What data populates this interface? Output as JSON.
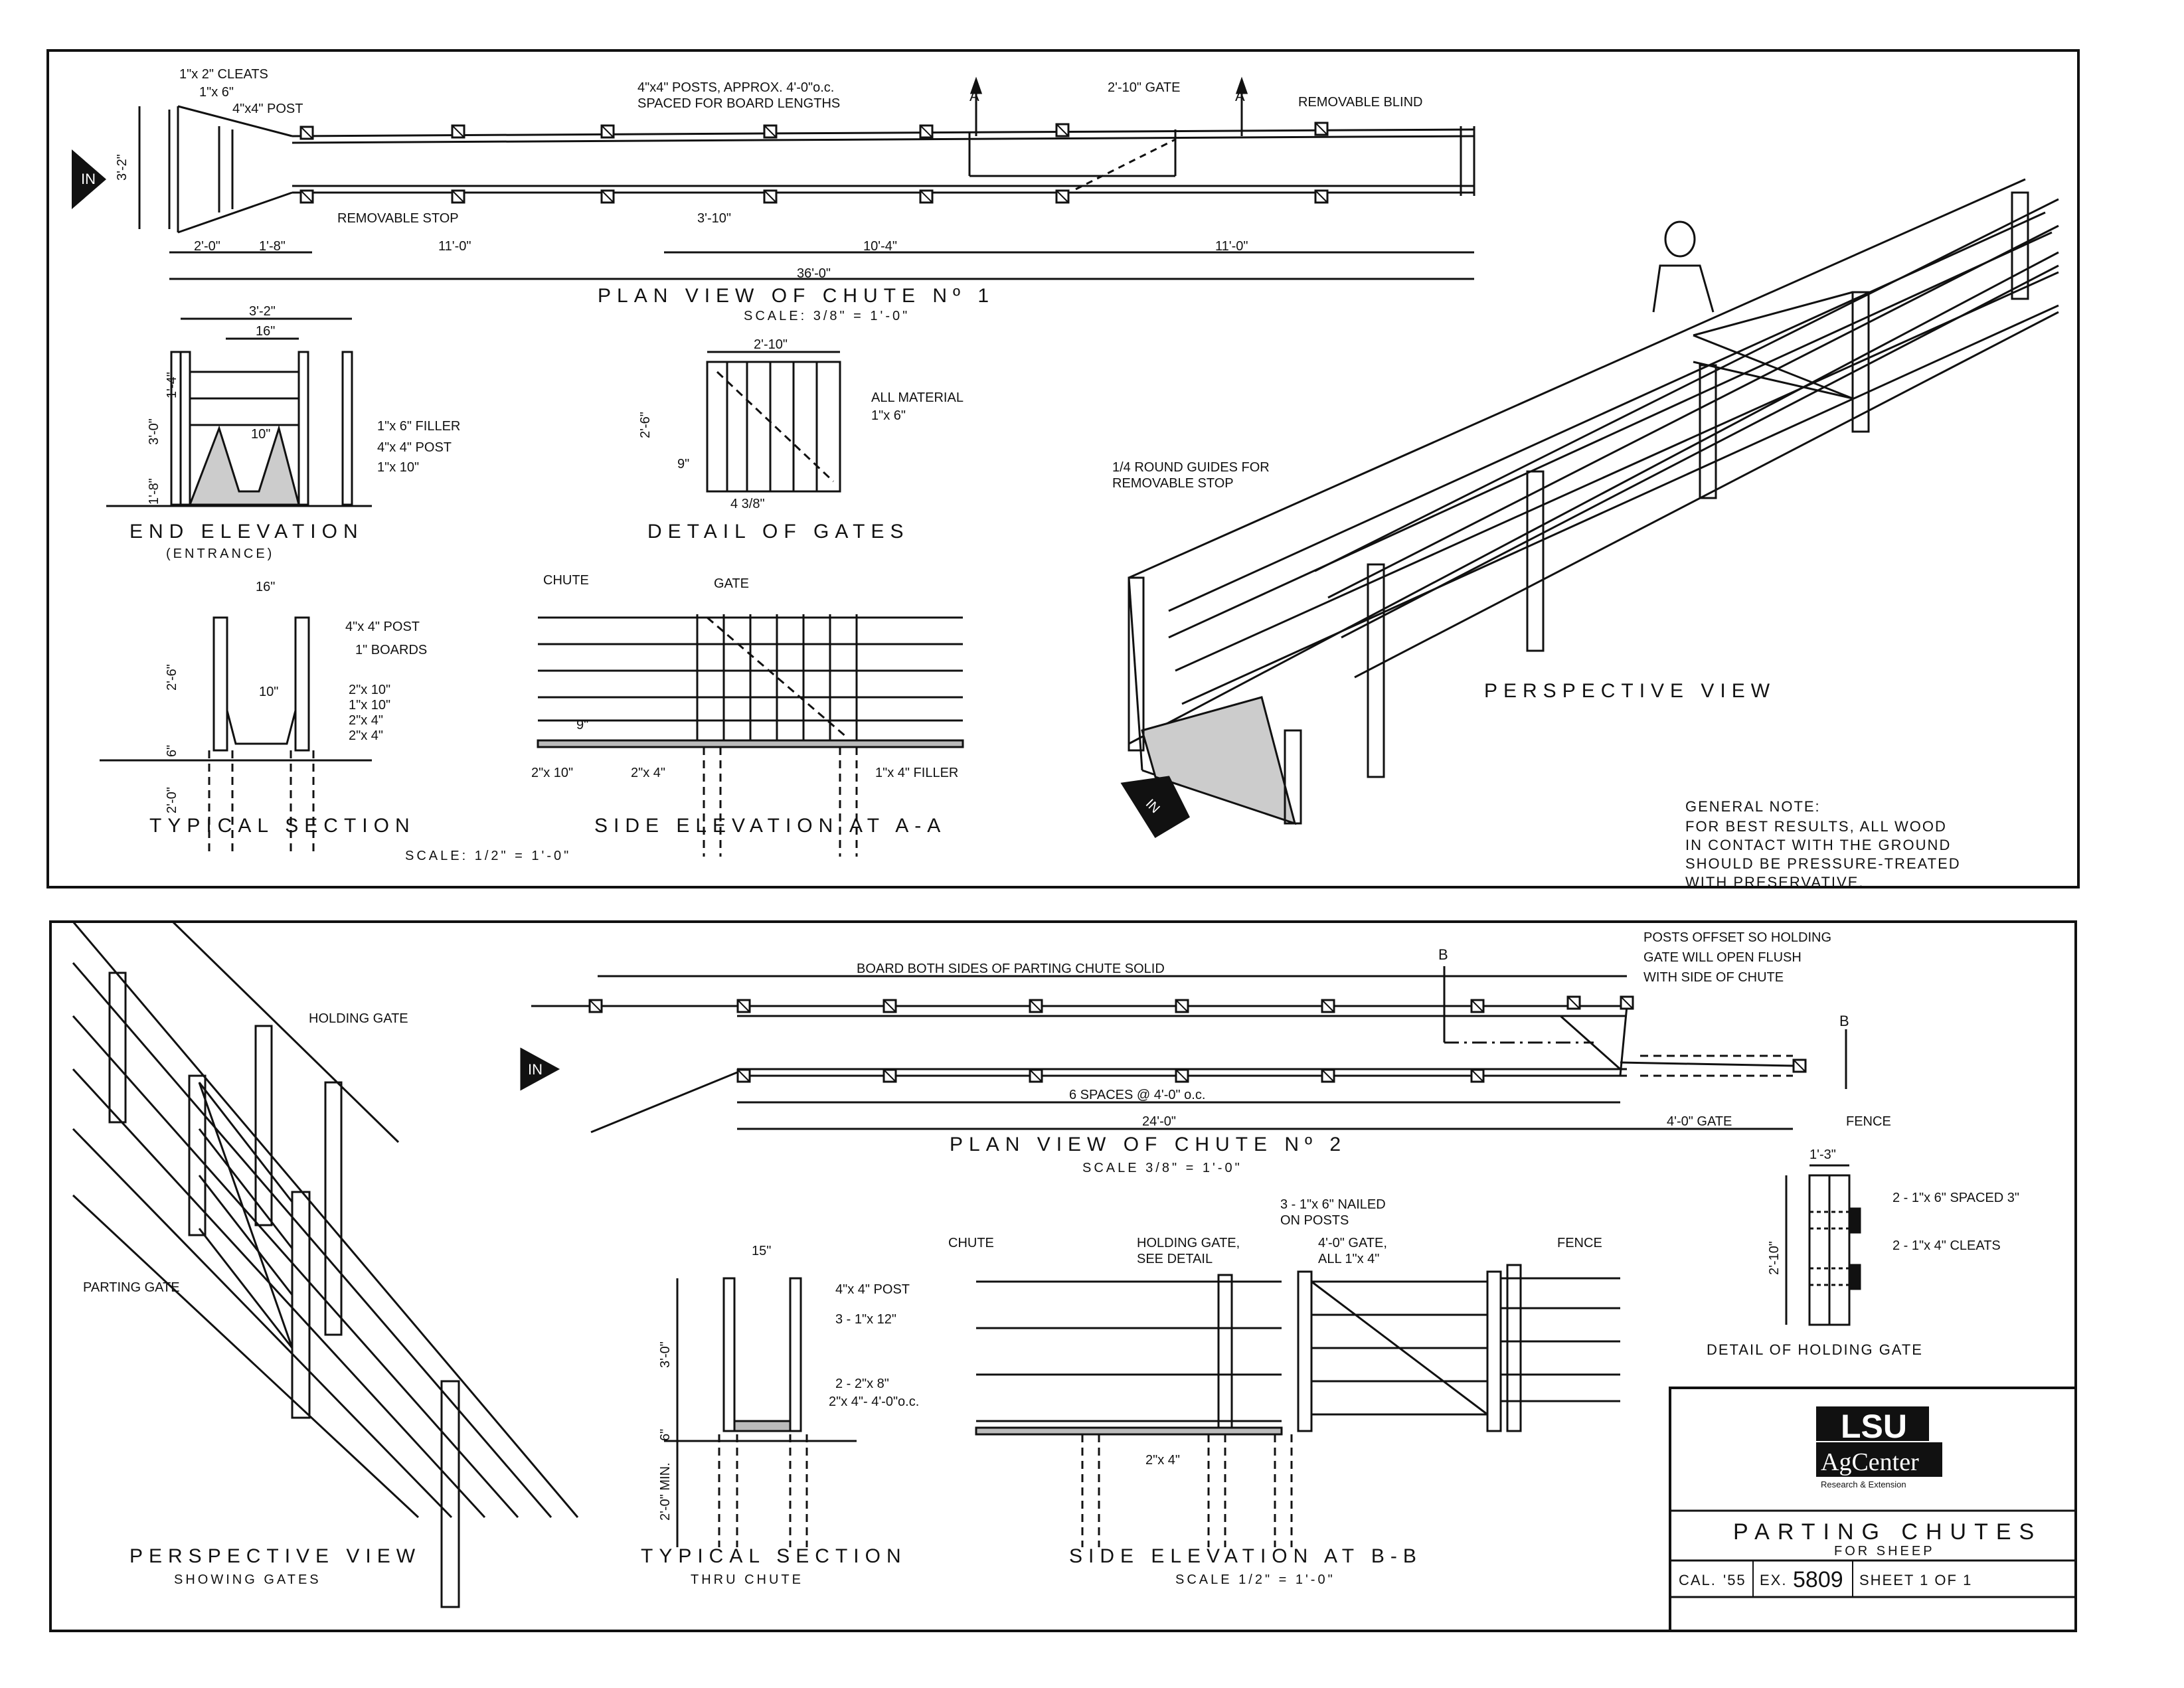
{
  "panel1": {
    "plan": {
      "title": "PLAN VIEW OF CHUTE Nº 1",
      "scale": "SCALE: 3/8\" = 1'-0\"",
      "in_marker": "IN",
      "labels": {
        "cleats": "1\"x 2\" CLEATS",
        "board": "1\"x 6\"",
        "post": "4\"x4\" POST",
        "posts_note_1": "4\"x4\" POSTS, APPROX. 4'-0\"o.c.",
        "posts_note_2": "SPACED FOR BOARD LENGTHS",
        "gate": "2'-10\" GATE",
        "section_a1": "A",
        "section_a2": "A",
        "removable_blind": "REMOVABLE BLIND",
        "removable_stop": "REMOVABLE STOP"
      },
      "dims": [
        "3'-2\"",
        "2'-0\"",
        "1'-8\"",
        "11'-0\"",
        "3'-10\"",
        "10'-4\"",
        "11'-0\"",
        "36'-0\""
      ]
    },
    "end_elevation": {
      "title": "END ELEVATION",
      "subtitle": "(ENTRANCE)",
      "dims": [
        "3'-2\"",
        "16\"",
        "10\"",
        "3'-0\"",
        "1'-4\"",
        "1'-8\""
      ],
      "labels": [
        "1\"x 6\" FILLER",
        "4\"x 4\" POST",
        "1\"x 10\""
      ]
    },
    "gates_detail": {
      "title": "DETAIL OF GATES",
      "dims": [
        "2'-10\"",
        "2'-6\"",
        "9\"",
        "4 3/8\""
      ],
      "labels": [
        "ALL MATERIAL",
        "1\"x 6\""
      ]
    },
    "typical_section": {
      "title": "TYPICAL SECTION",
      "dims": [
        "16\"",
        "2'-6\"",
        "10\"",
        "6\"",
        "2'-0\""
      ],
      "labels": [
        "4\"x 4\" POST",
        "1\" BOARDS",
        "2\"x 10\"",
        "1\"x 10\"",
        "2\"x 4\"",
        "2\"x 4\""
      ]
    },
    "side_elevation": {
      "title": "SIDE ELEVATION AT A-A",
      "labels": [
        "CHUTE",
        "GATE",
        "2\"x 10\"",
        "2\"x 4\"",
        "1\"x 4\" FILLER",
        "9\""
      ]
    },
    "scale_note": "SCALE: 1/2\" = 1'-0\"",
    "perspective": {
      "title": "PERSPECTIVE VIEW",
      "guides_note_1": "1/4 ROUND GUIDES FOR",
      "guides_note_2": "REMOVABLE STOP",
      "in_marker": "IN"
    },
    "general_note": {
      "heading": "GENERAL NOTE:",
      "lines": [
        "FOR BEST RESULTS, ALL WOOD",
        "IN CONTACT WITH THE GROUND",
        "SHOULD BE PRESSURE-TREATED",
        "WITH PRESERVATIVE."
      ]
    }
  },
  "panel2": {
    "perspective": {
      "title": "PERSPECTIVE VIEW",
      "subtitle": "SHOWING GATES",
      "holding_gate": "HOLDING GATE",
      "parting_gate": "PARTING GATE"
    },
    "plan": {
      "title": "PLAN VIEW OF CHUTE Nº 2",
      "scale": "SCALE 3/8\" = 1'-0\"",
      "in_marker": "IN",
      "board_note": "BOARD BOTH SIDES OF PARTING CHUTE SOLID",
      "posts_note": [
        "POSTS OFFSET SO HOLDING",
        "GATE WILL OPEN FLUSH",
        "WITH SIDE OF CHUTE"
      ],
      "section_b1": "B",
      "section_b2": "B",
      "spaces": "6 SPACES @ 4'-0\" o.c.",
      "length": "24'-0\"",
      "gate": "4'-0\" GATE",
      "fence": "FENCE"
    },
    "typical_section": {
      "title": "TYPICAL SECTION",
      "subtitle": "THRU CHUTE",
      "dims": [
        "15\"",
        "3'-0\"",
        "6\"",
        "2'-0\" MIN."
      ],
      "labels": [
        "4\"x 4\" POST",
        "3 - 1\"x 12\"",
        "2 - 2\"x 8\"",
        "2\"x 4\"- 4'-0\"o.c."
      ]
    },
    "side_elevation": {
      "title": "SIDE ELEVATION AT B-B",
      "scale": "SCALE 1/2\" = 1'-0\"",
      "labels": {
        "chute": "CHUTE",
        "nailed_1": "3 - 1\"x 6\" NAILED",
        "nailed_2": "ON POSTS",
        "holding_1": "HOLDING GATE,",
        "holding_2": "SEE DETAIL",
        "gate_1": "4'-0\" GATE,",
        "gate_2": "ALL 1\"x 4\"",
        "fence": "FENCE",
        "beam": "2\"x 4\""
      }
    },
    "holding_gate_detail": {
      "title": "DETAIL OF HOLDING GATE",
      "dims": [
        "1'-3\"",
        "2'-10\""
      ],
      "labels": [
        "2 - 1\"x 6\" SPACED 3\"",
        "2 - 1\"x 4\" CLEATS"
      ]
    },
    "title_block": {
      "logo_1": "LSU",
      "logo_2": "AgCenter",
      "logo_3": "Research & Extension",
      "title": "PARTING CHUTES",
      "subtitle": "FOR SHEEP",
      "cal": "CAL.",
      "year": "'55",
      "ex": "EX.",
      "ex_number": "5809",
      "sheet": "SHEET 1 OF 1"
    }
  }
}
